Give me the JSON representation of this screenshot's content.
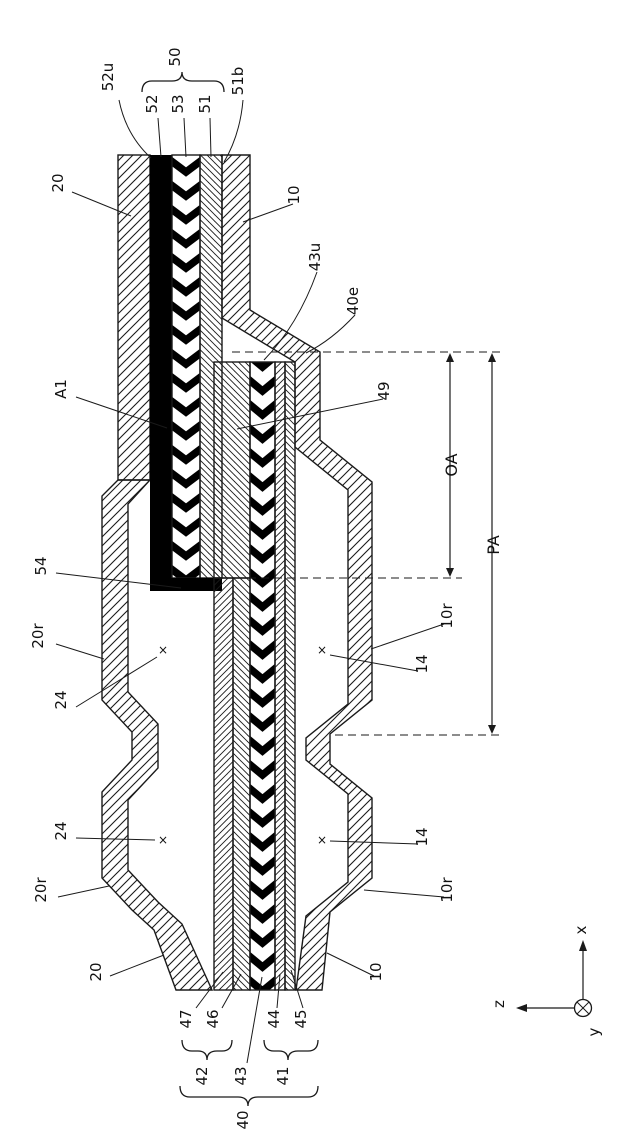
{
  "meta": {
    "background_color": "#ffffff",
    "ink_color": "#1a1a1a",
    "figure_kind": "patent cross-section diagram (rotated 90deg)"
  },
  "labels": {
    "l52u": "52u",
    "l50": "50",
    "l52": "52",
    "l53": "53",
    "l51": "51",
    "l51b": "51b",
    "l20_top": "20",
    "l10_top": "10",
    "l43u": "43u",
    "l40e": "40e",
    "lA1": "A1",
    "l49": "49",
    "lOA": "OA",
    "lPA": "PA",
    "l54": "54",
    "l20r_a": "20r",
    "l24_a": "24",
    "l10r_a": "10r",
    "l14_a": "14",
    "l24_b": "24",
    "l14_b": "14",
    "l20r_b": "20r",
    "l10r_b": "10r",
    "l20_bot": "20",
    "l10_bot": "10",
    "l47": "47",
    "l46": "46",
    "l44": "44",
    "l45": "45",
    "l42": "42",
    "l43": "43",
    "l41": "41",
    "l40": "40",
    "ax_x": "x",
    "ax_y": "y",
    "ax_z": "z",
    "cross": "×"
  }
}
